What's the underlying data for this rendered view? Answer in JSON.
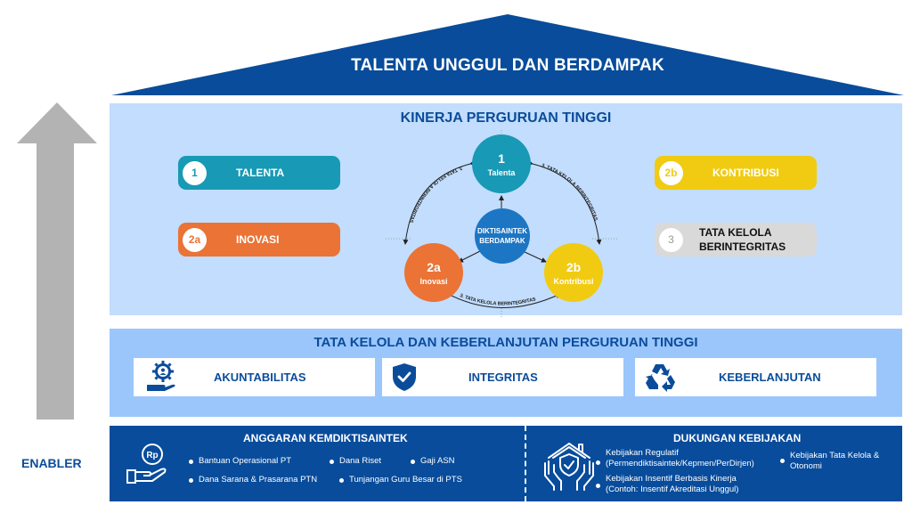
{
  "roof": {
    "title": "TALENTA UNGGUL DAN BERDAMPAK",
    "color": "#084c9b"
  },
  "kinerja": {
    "title": "KINERJA PERGURUAN TINGGI",
    "pills": [
      {
        "num": "1",
        "label": "TALENTA",
        "color": "#1899b5"
      },
      {
        "num": "2a",
        "label": "INOVASI",
        "color": "#ea7335"
      },
      {
        "num": "2b",
        "label": "KONTRIBUSI",
        "color": "#f0cb12"
      },
      {
        "num": "3",
        "label_line1": "TATA KELOLA",
        "label_line2": "BERINTEGRITAS",
        "color": "#d9d9d9"
      }
    ],
    "cycle": {
      "center_line1": "DIKTISAINTEK",
      "center_line2": "BERDAMPAK",
      "nodes": [
        {
          "num": "1",
          "label": "Talenta"
        },
        {
          "num": "2a",
          "label": "Inovasi"
        },
        {
          "num": "2b",
          "label": "Kontribusi"
        }
      ],
      "arc_label": "3. TATA KELOLA BERINTEGRITAS"
    }
  },
  "tata_kelola": {
    "title": "TATA KELOLA DAN KEBERLANJUTAN PERGURUAN TINGGI",
    "cards": [
      {
        "label": "AKUNTABILITAS",
        "icon": "accountability-icon"
      },
      {
        "label": "INTEGRITAS",
        "icon": "shield-check-icon"
      },
      {
        "label": "KEBERLANJUTAN",
        "icon": "recycle-icon"
      }
    ]
  },
  "enabler": {
    "label": "ENABLER",
    "anggaran": {
      "title": "ANGGARAN KEMDIKTISAINTEK",
      "icon_text": "Rp",
      "items": [
        "Bantuan Operasional PT",
        "Dana Riset",
        "Gaji ASN",
        "Dana Sarana & Prasarana PTN",
        "Tunjangan Guru Besar di PTS"
      ]
    },
    "kebijakan": {
      "title": "DUKUNGAN KEBIJAKAN",
      "items": [
        {
          "line1": "Kebijakan Regulatif",
          "line2": "(Permendiktisaintek/Kepmen/PerDirjen)"
        },
        {
          "line1": "Kebijakan Tata Kelola &",
          "line2": "Otonomi"
        },
        {
          "line1": "Kebijakan Insentif Berbasis Kinerja",
          "line2": "(Contoh: Insentif Akreditasi Unggul)"
        }
      ]
    }
  }
}
